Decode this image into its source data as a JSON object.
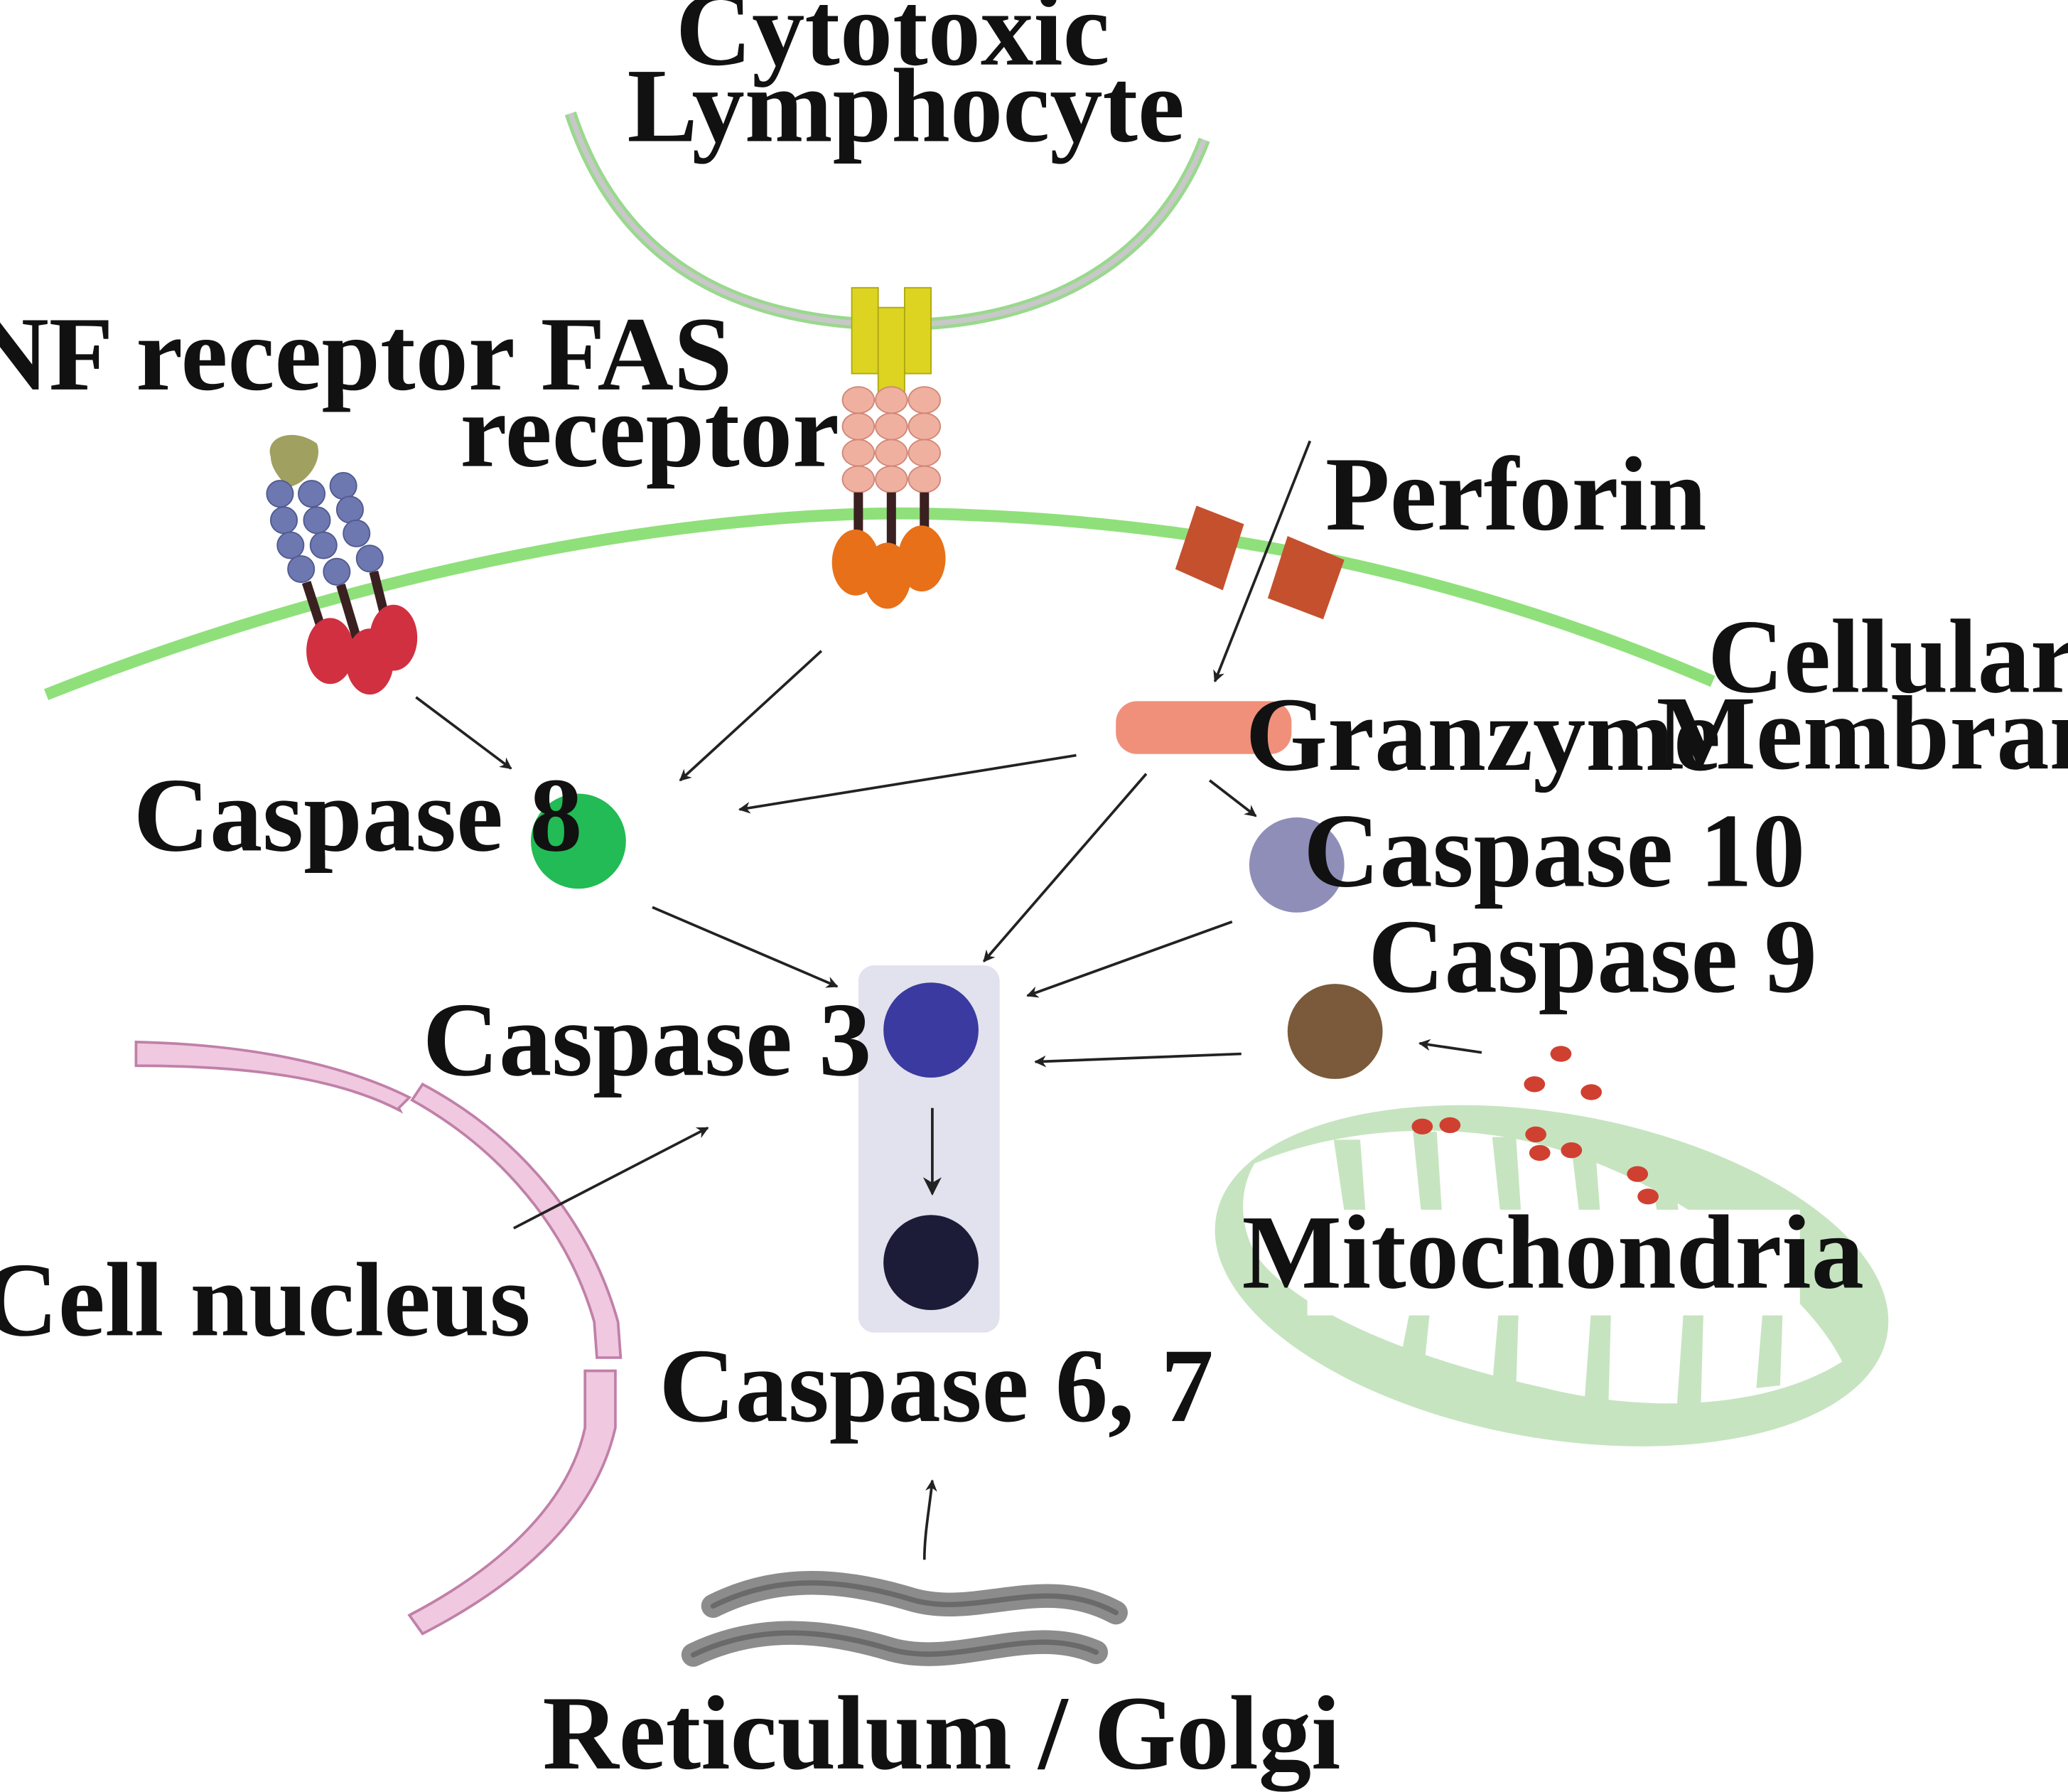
{
  "labels": {
    "cytotoxic_lymphocyte": [
      "Cytotoxic",
      "Lymphocyte"
    ],
    "tnf_receptor": "TNF receptor",
    "fas_receptor": [
      "FAS",
      "receptor"
    ],
    "perforin": "Perforin",
    "cellular_membrane": [
      "Cellular",
      "Membrane"
    ],
    "granzyme": "Granzyme",
    "caspase_8": "Caspase 8",
    "caspase_10": "Caspase 10",
    "caspase_9": "Caspase 9",
    "caspase_3": "Caspase 3",
    "caspase_6_7": "Caspase 6, 7",
    "cell_nucleus": "Cell nucleus",
    "mitochondria": "Mitochondria",
    "reticulum_golgi": "Reticulum / Golgi"
  },
  "colors": {
    "membrane": "#8fe07a",
    "lymphocyte_membrane": "#a8d8a0",
    "caspase_8": "#22bb55",
    "caspase_10": "#8e8eb8",
    "caspase_9": "#7a5a3a",
    "caspase_3": "#3a3aa0",
    "caspase_6_7": "#1c1c38",
    "granzyme": "#f0907a",
    "perforin": "#c4502e",
    "nucleus": "#f0c8e0",
    "mitochondria": "#c6e4c0",
    "golgi": "#8c8c8c"
  }
}
